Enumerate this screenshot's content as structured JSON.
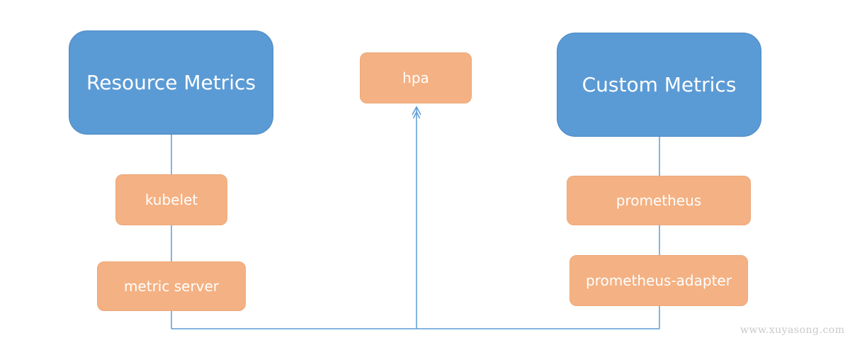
{
  "diagram": {
    "nodes": {
      "resource_metrics": "Resource Metrics",
      "custom_metrics": "Custom Metrics",
      "hpa": "hpa",
      "kubelet": "kubelet",
      "metric_server": "metric server",
      "prometheus": "prometheus",
      "prometheus_adapter": "prometheus-adapter"
    },
    "colors": {
      "primary_node": "#5b9bd5",
      "secondary_node": "#f4b183",
      "connector": "#5b9bd5"
    }
  },
  "watermark": "www.xuyasong.com"
}
